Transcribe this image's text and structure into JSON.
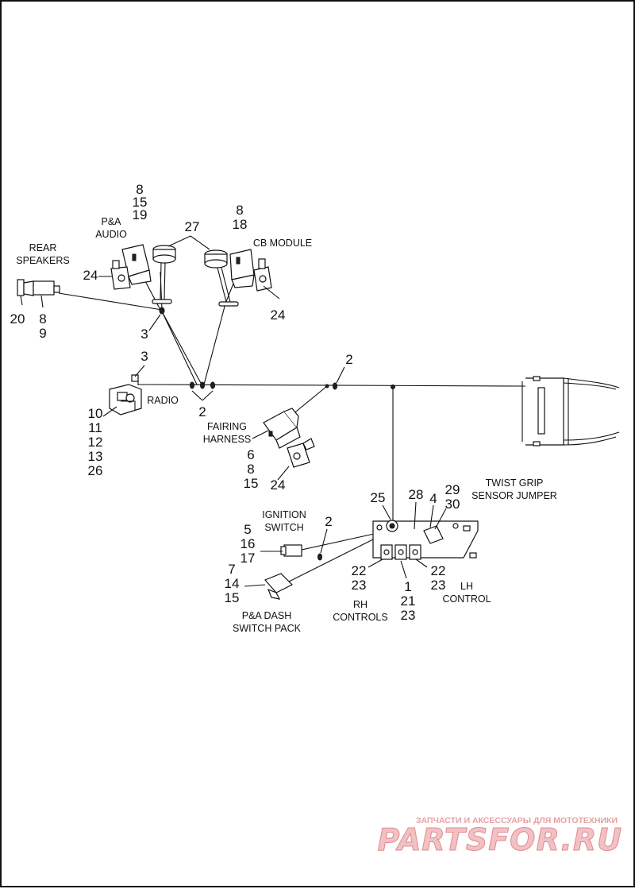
{
  "labels": {
    "rear_speakers": [
      "REAR",
      "SPEAKERS"
    ],
    "pa_audio": [
      "P&A",
      "AUDIO"
    ],
    "cb_module": "CB MODULE",
    "radio": "RADIO",
    "fairing_harness": [
      "FAIRING",
      "HARNESS"
    ],
    "twist_grip": [
      "TWIST GRIP",
      "SENSOR JUMPER"
    ],
    "ignition_switch": [
      "IGNITION",
      "SWITCH"
    ],
    "pa_dash": [
      "P&A DASH",
      "SWITCH PACK"
    ],
    "rh_controls": [
      "RH",
      "CONTROLS"
    ],
    "lh_control": [
      "LH",
      "CONTROL"
    ]
  },
  "callouts": {
    "pa_audio_refs": [
      "8",
      "15",
      "19"
    ],
    "bracket_27": "27",
    "cb_refs": [
      "8",
      "18"
    ],
    "clip_24_left": "24",
    "clip_24_cb": "24",
    "speaker_20": "20",
    "speaker_refs": [
      "8",
      "9"
    ],
    "tie_3_upper": "3",
    "tie_3_radio": "3",
    "radio_refs": [
      "10",
      "11",
      "12",
      "13",
      "26"
    ],
    "tie_2_center": "2",
    "tie_2_right": "2",
    "fairing_refs": [
      "6",
      "8",
      "15"
    ],
    "clip_24_fairing": "24",
    "ref_25": "25",
    "ref_28": "28",
    "ref_4": "4",
    "twist_refs": [
      "29",
      "30"
    ],
    "ignition_refs": [
      "5",
      "16",
      "17"
    ],
    "tie_2_lower": "2",
    "dash_refs": [
      "7",
      "14",
      "15"
    ],
    "rh_refs_left": [
      "22",
      "23"
    ],
    "center_refs": [
      "1",
      "21",
      "23"
    ],
    "rh_refs_right": [
      "22",
      "23"
    ]
  },
  "watermark": {
    "caption": "ЗАПЧАСТИ И АКСЕССУАРЫ ДЛЯ МОТОТЕХНИКИ",
    "brand": "PARTSFOR.RU"
  }
}
